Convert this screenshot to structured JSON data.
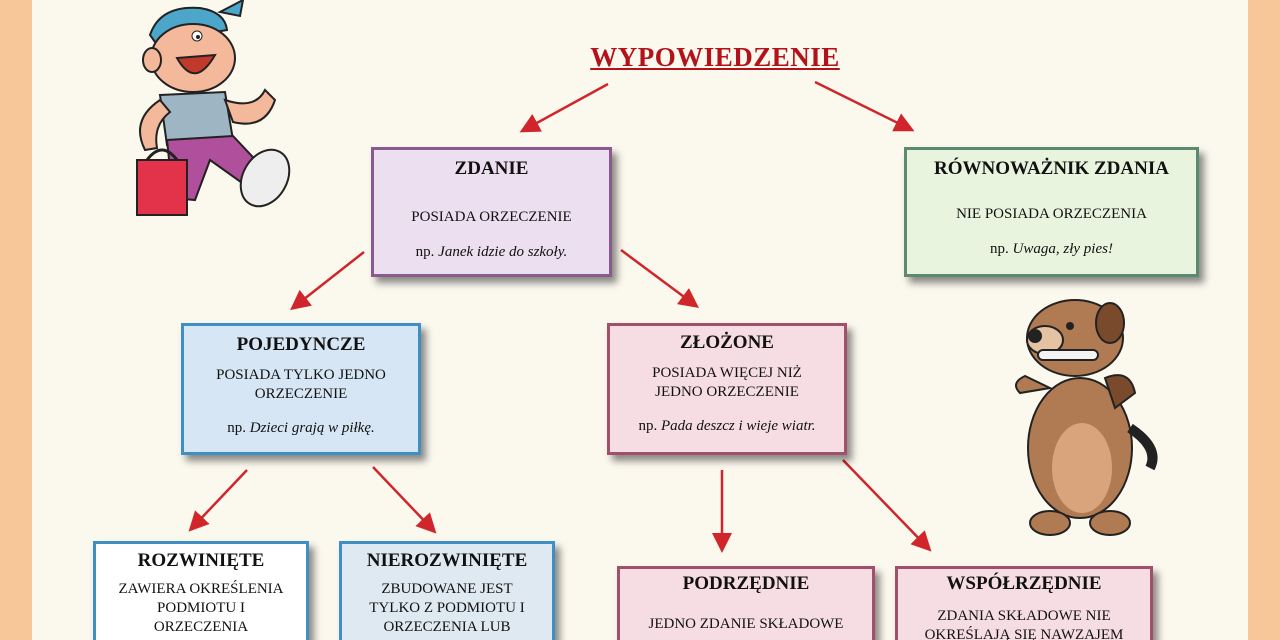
{
  "title": "WYPOWIEDZENIE",
  "zdanie": {
    "heading": "ZDANIE",
    "desc": "POSIADA ORZECZENIE",
    "ex_prefix": "np.",
    "ex": "Janek idzie do szkoły."
  },
  "rownowaznik": {
    "heading": "RÓWNOWAŻNIK ZDANIA",
    "desc": "NIE POSIADA ORZECZENIA",
    "ex_prefix": "np.",
    "ex": "Uwaga, zły pies!"
  },
  "pojedyncze": {
    "heading": "POJEDYNCZE",
    "desc1": "POSIADA TYLKO JEDNO",
    "desc2": "ORZECZENIE",
    "ex_prefix": "np.",
    "ex": "Dzieci grają w piłkę."
  },
  "zlozone": {
    "heading": "ZŁOŻONE",
    "desc1": "POSIADA WIĘCEJ NIŻ",
    "desc2": "JEDNO ORZECZENIE",
    "ex_prefix": "np.",
    "ex": "Pada deszcz i wieje wiatr."
  },
  "rozwiniete": {
    "heading": "ROZWINIĘTE",
    "desc1": "ZAWIERA OKREŚLENIA",
    "desc2": "PODMIOTU I",
    "desc3": "ORZECZENIA"
  },
  "nierozwiniete": {
    "heading": "NIEROZWINIĘTE",
    "desc1": "ZBUDOWANE JEST",
    "desc2": "TYLKO Z PODMIOTU I",
    "desc3": "ORZECZENIA LUB"
  },
  "podrzednie": {
    "heading": "PODRZĘDNIE",
    "desc1": "JEDNO ZDANIE SKŁADOWE"
  },
  "wspolrzednie": {
    "heading": "WSPÓŁRZĘDNIE",
    "desc1": "ZDANIA SKŁADOWE NIE",
    "desc2": "OKREŚLAJĄ SIĘ NAWZAJEM"
  },
  "colors": {
    "arrow": "#d0262b",
    "title": "#b3121a",
    "background": "#f7c79a"
  },
  "illustrations": [
    "boy-with-bag",
    "dog-with-bone"
  ]
}
